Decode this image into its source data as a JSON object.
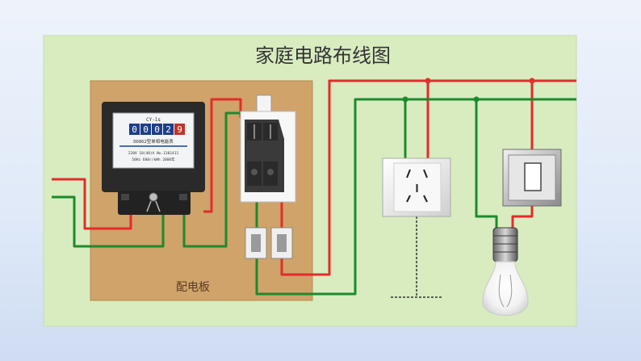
{
  "diagram": {
    "title": "家庭电路布线图",
    "board_label": "配电板",
    "meter": {
      "brand": "CY-1s",
      "reading": [
        "0",
        "0",
        "0",
        "2",
        "9"
      ],
      "name_line": "DD862型单相电能表",
      "spec_line_1": "220V  10(40)A  No.1301411",
      "spec_line_2": "50Hz  600r/kWh  2008年"
    }
  },
  "colors": {
    "panel": "#d8ecc0",
    "board": "#cfa36a",
    "live_wire": "#e52b2b",
    "neutral_wire": "#1c8a2c"
  },
  "components": [
    "electric-meter",
    "double-pole-switch",
    "fuse-box",
    "socket",
    "wall-switch",
    "light-bulb"
  ]
}
